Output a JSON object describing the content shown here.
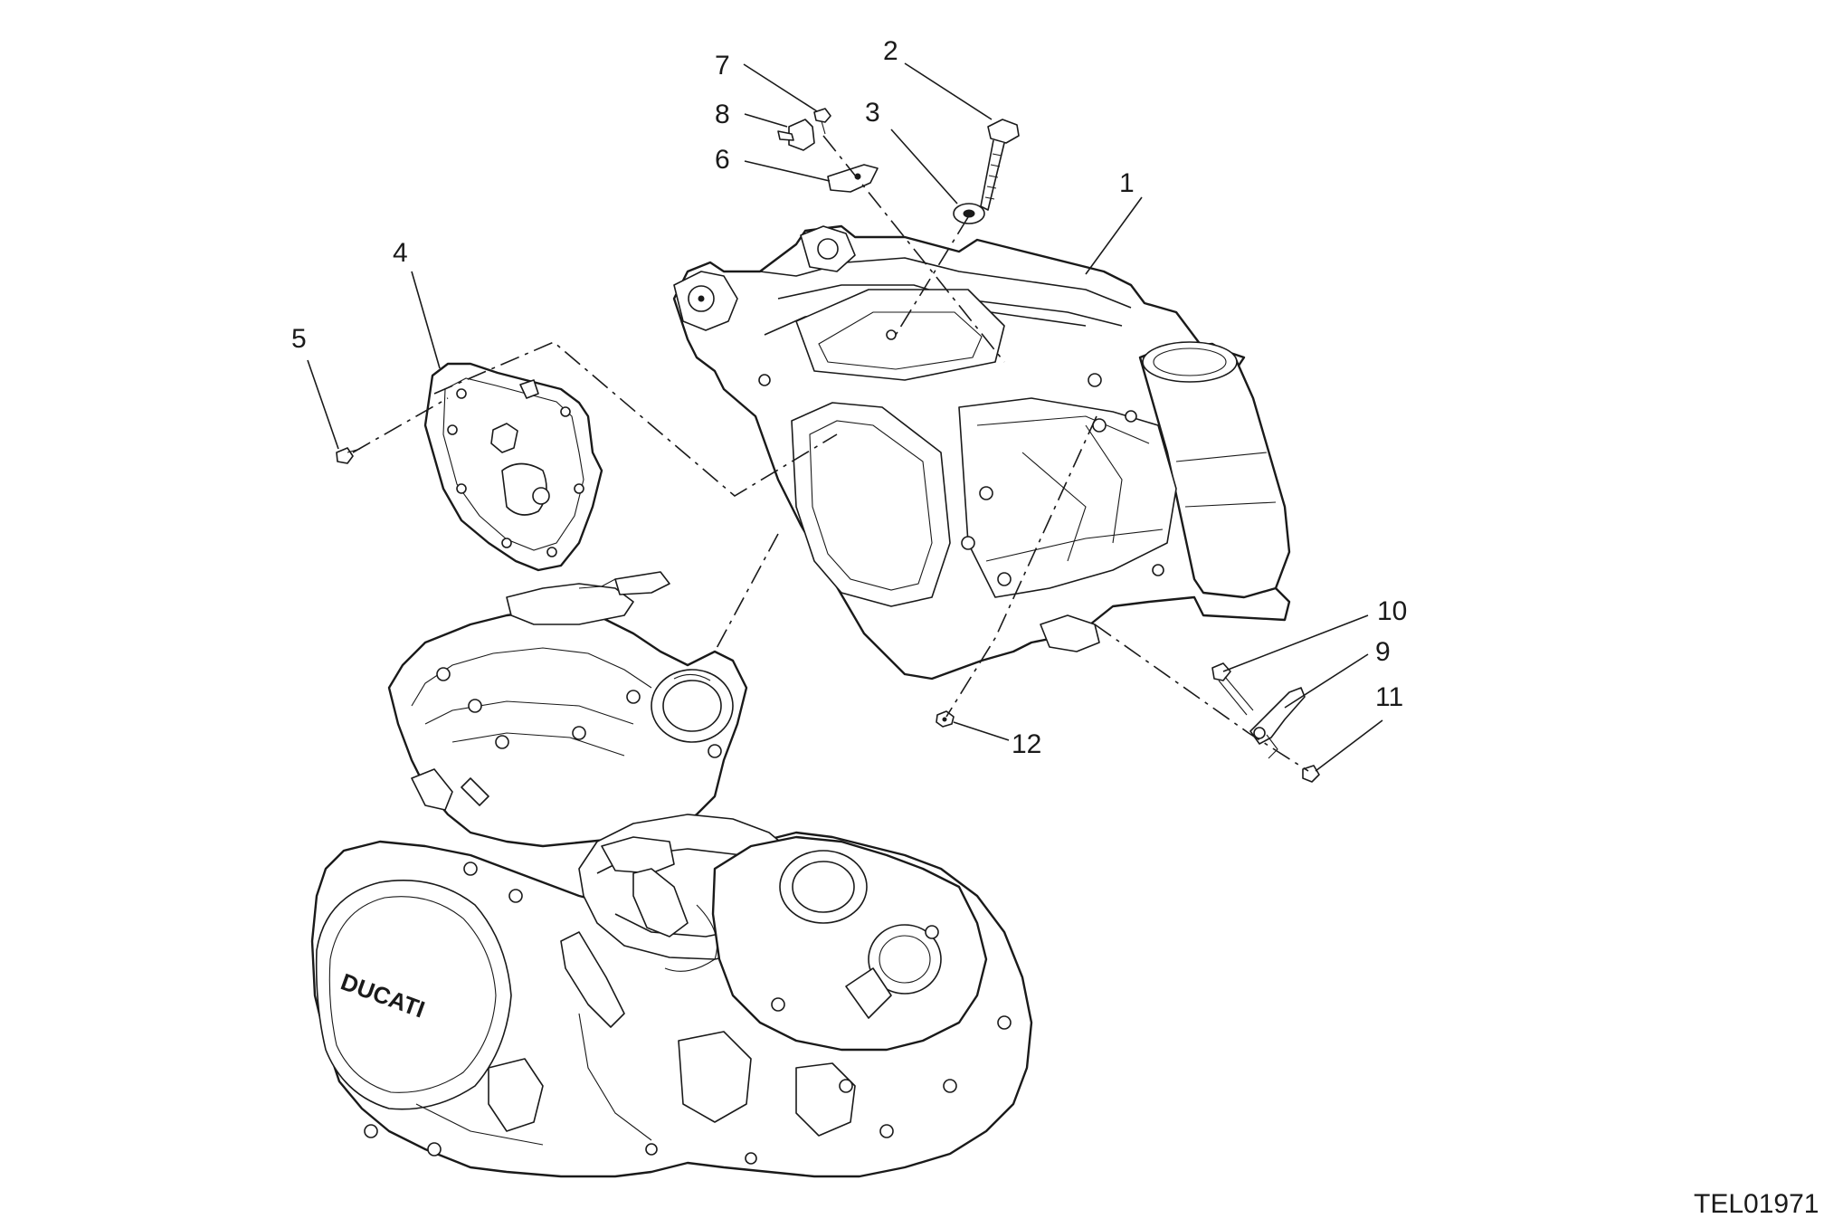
{
  "diagram": {
    "drawing_code": "TEL01971",
    "callouts": [
      {
        "id": "1",
        "label": "1"
      },
      {
        "id": "2",
        "label": "2"
      },
      {
        "id": "3",
        "label": "3"
      },
      {
        "id": "4",
        "label": "4"
      },
      {
        "id": "5",
        "label": "5"
      },
      {
        "id": "6",
        "label": "6"
      },
      {
        "id": "7",
        "label": "7"
      },
      {
        "id": "8",
        "label": "8"
      },
      {
        "id": "9",
        "label": "9"
      },
      {
        "id": "10",
        "label": "10"
      },
      {
        "id": "11",
        "label": "11"
      },
      {
        "id": "12",
        "label": "12"
      }
    ],
    "engine_logo_text": "DUCATI"
  }
}
